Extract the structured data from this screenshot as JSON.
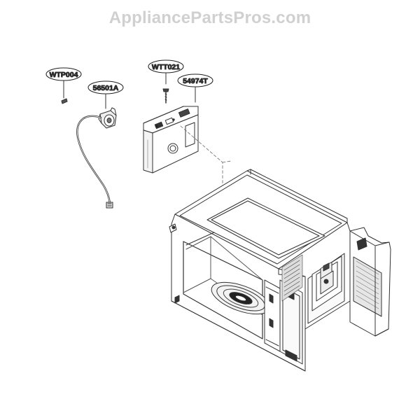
{
  "watermark": "AppliancePartsPros.com",
  "callouts": {
    "wtp004": "WTP004",
    "p56501a": "56501A",
    "wtt021": "WTT021",
    "p54974t": "54974T"
  }
}
